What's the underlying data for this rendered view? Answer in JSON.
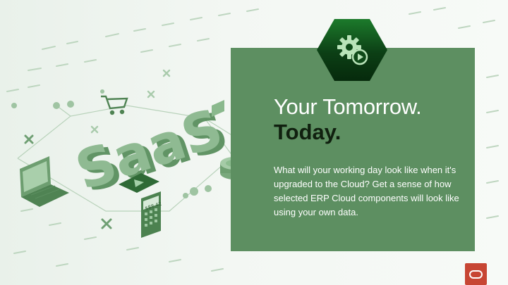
{
  "slide": {
    "title_line1": "Your Tomorrow.",
    "title_line2": "Today.",
    "body": "What will your working day look like when it's upgraded to the Cloud? Get a sense of how selected ERP Cloud components will look like using your own data.",
    "illustration_text": "SaaS",
    "calculator_display": "$88.42"
  },
  "colors": {
    "panel": "#5d8f61",
    "hex_top": "#1c7a2b",
    "hex_bottom": "#062a0c",
    "title_dark": "#10200f",
    "brand_red": "#c74634"
  },
  "icons": {
    "hex_icon": "gear-play-icon",
    "brand": "oracle-logo-icon"
  }
}
